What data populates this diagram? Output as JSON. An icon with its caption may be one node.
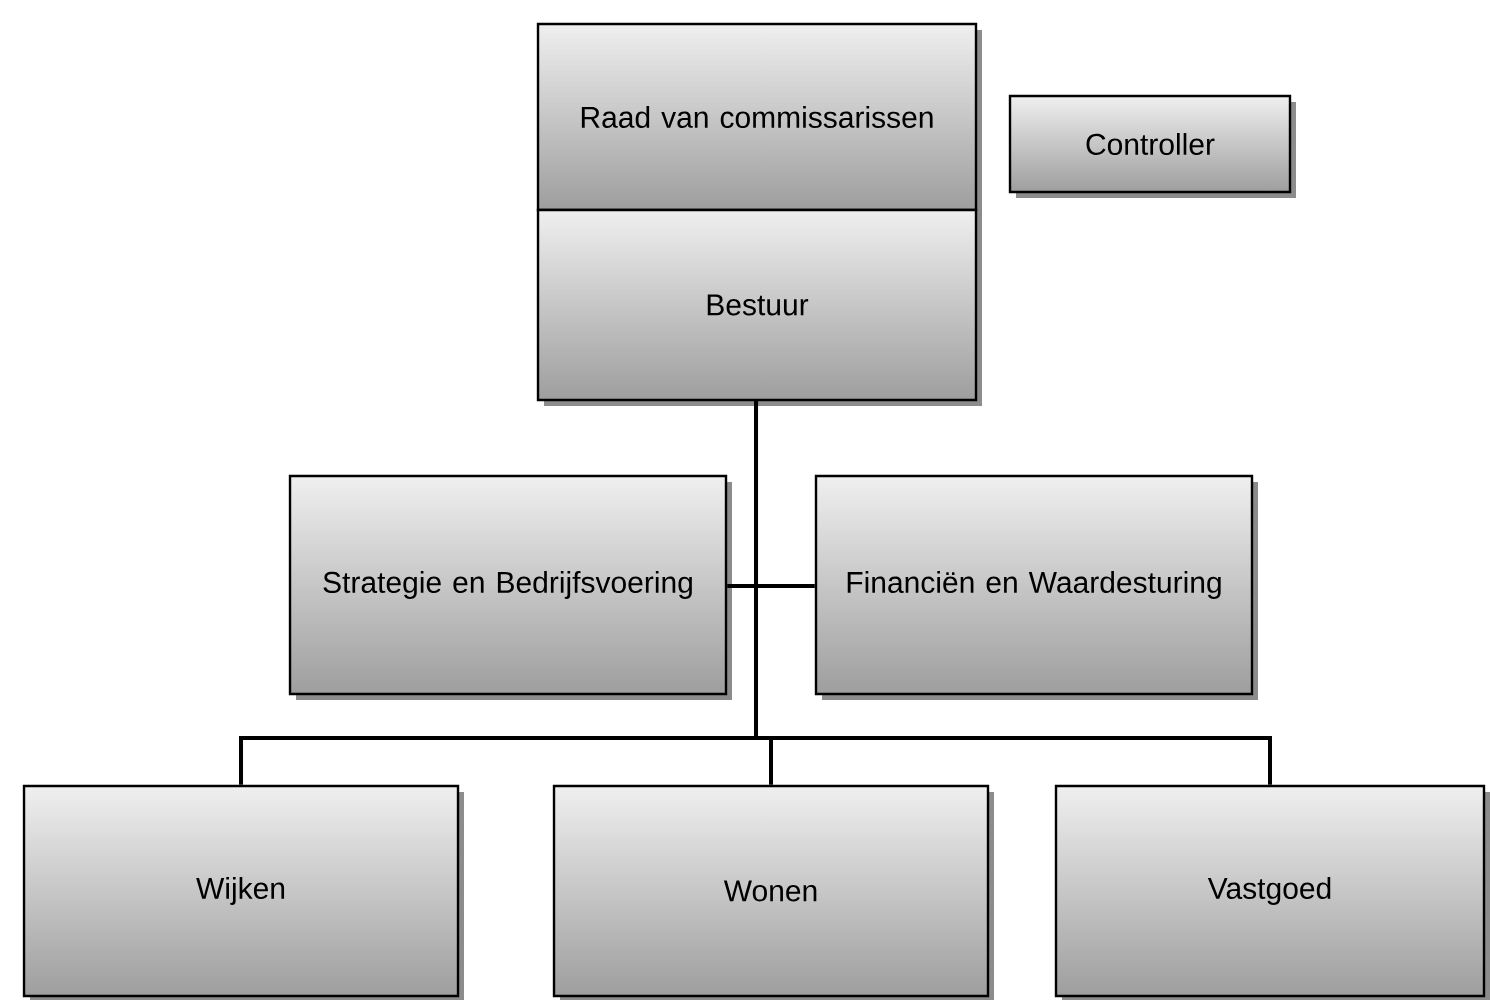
{
  "diagram": {
    "nodes": [
      {
        "text": [
          "Raad van commissarissen"
        ]
      },
      {
        "text": [
          "Controller"
        ]
      },
      {
        "text": [
          "Bestuur"
        ]
      },
      {
        "text": [
          "Strategie en Bedrijfsvoering"
        ]
      },
      {
        "text": [
          "Financiën en Waardesturing"
        ]
      },
      {
        "text": [
          "Wijken"
        ]
      },
      {
        "text": [
          "Wonen"
        ]
      },
      {
        "text": [
          "Vastgoed"
        ]
      }
    ],
    "edges": [
      {
        "from": 2,
        "to": 3,
        "arrow": "none"
      },
      {
        "from": 2,
        "to": 4,
        "arrow": "none"
      },
      {
        "from": 2,
        "to": 5,
        "arrow": "none"
      },
      {
        "from": 2,
        "to": 6,
        "arrow": "none"
      },
      {
        "from": 2,
        "to": 7,
        "arrow": "none"
      }
    ]
  }
}
